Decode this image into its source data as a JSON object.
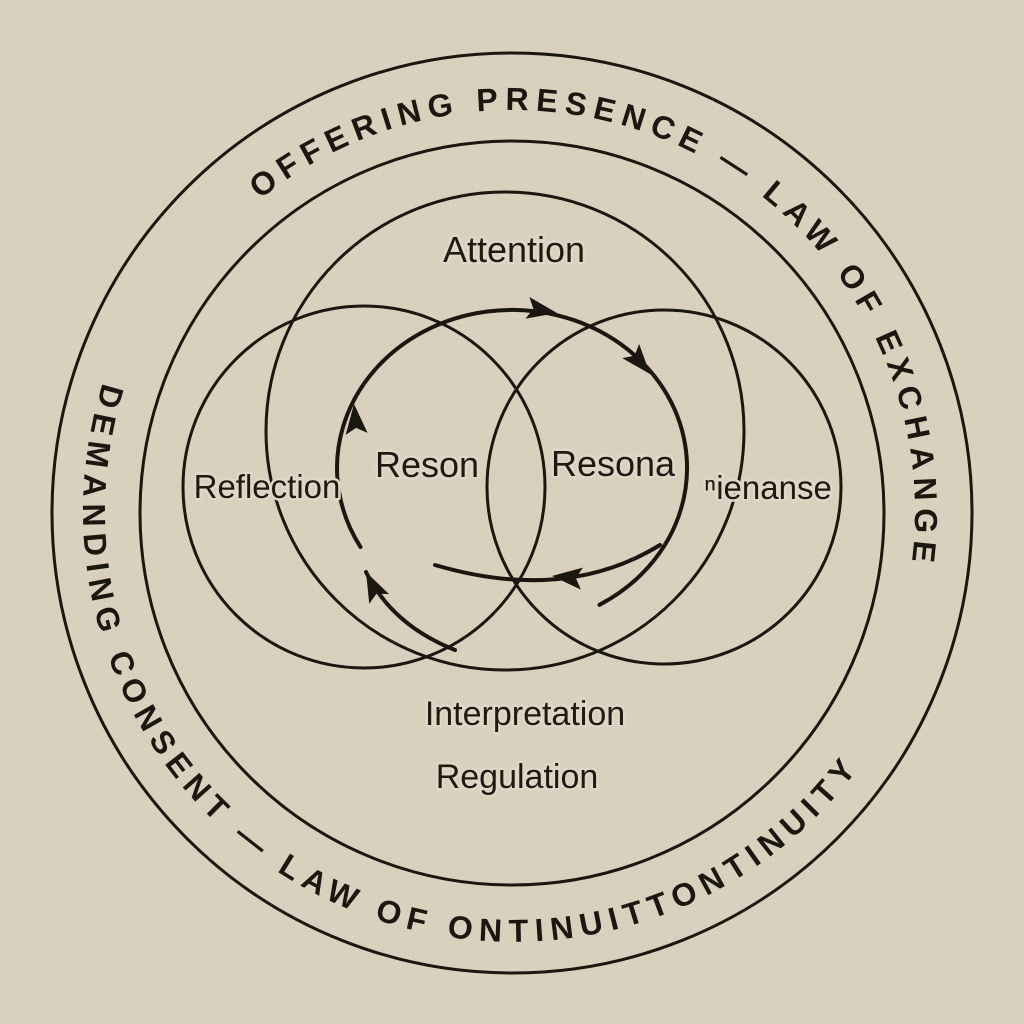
{
  "colors": {
    "background": "#e9dfcb",
    "ink": "#1d1912",
    "halo": "#efe7d5"
  },
  "ring": {
    "top_text": "OFFERING PRESENCE — LAW OF EXCHANGE",
    "bottom_text": "DEMANDING CONSENT — LAW OF ONTINUITTONTINUITY"
  },
  "venn": {
    "top_label": "Attention",
    "left_label": "Reflection",
    "right_label": "ⁿienanse",
    "center_left_label": "Reson",
    "center_right_label": "Resona"
  },
  "captions": {
    "line1": "Interpretation",
    "line2": "Regulation"
  },
  "cycle": {
    "direction": "clockwise",
    "arrowhead_count": 5
  }
}
